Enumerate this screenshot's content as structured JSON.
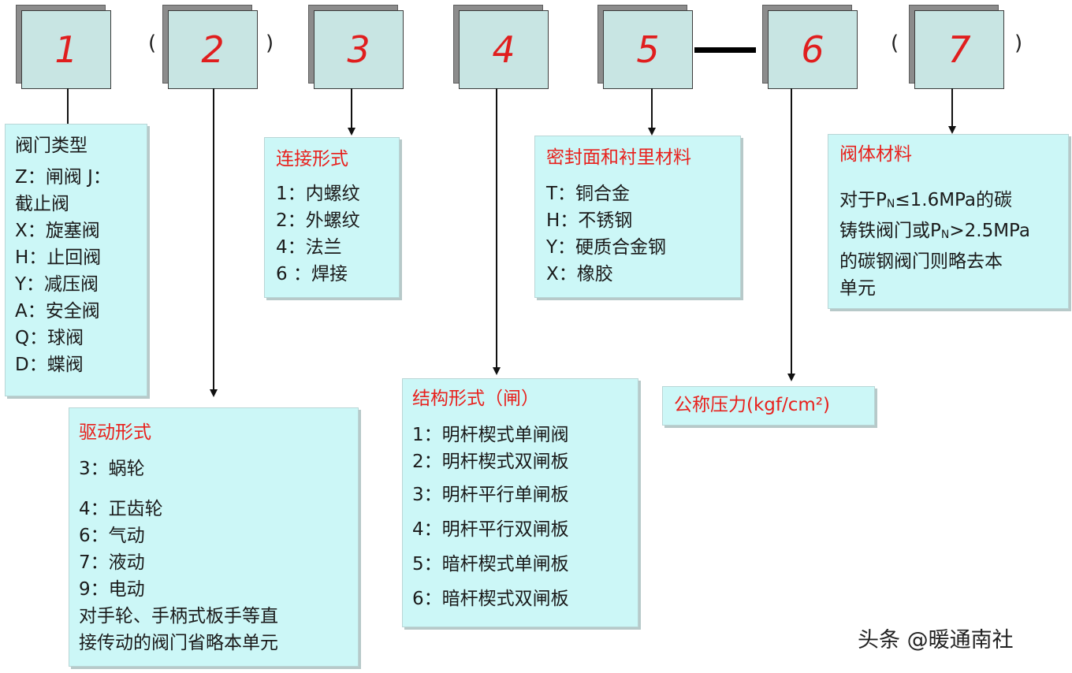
{
  "codes": [
    "1",
    "2",
    "3",
    "4",
    "5",
    "6",
    "7"
  ],
  "paren_open": "(",
  "paren_close": ")",
  "boxes": {
    "valve_type": {
      "title": "阀门类型",
      "lines": [
        "Z：闸阀 J：",
        "截止阀",
        "X：旋塞阀",
        "H：止回阀",
        "Y：减压阀",
        "A：安全阀",
        "Q：球阀",
        "D：蝶阀"
      ]
    },
    "drive": {
      "title": "驱动形式",
      "lines": [
        "3：蜗轮",
        "4：正齿轮",
        "6：气动",
        "7：液动",
        "9：电动",
        "对手轮、手柄式板手等直",
        "接传动的阀门省略本单元"
      ]
    },
    "connection": {
      "title": "连接形式",
      "lines": [
        "1：内螺纹",
        "2：外螺纹",
        "4：法兰",
        "6 ：焊接"
      ]
    },
    "structure": {
      "title": "结构形式（闸）",
      "lines": [
        "1：明杆楔式单闸阀",
        "2：明杆楔式双闸板",
        "3：明杆平行单闸板",
        "4：明杆平行双闸板",
        "5：暗杆楔式单闸板",
        "6：暗杆楔式双闸板"
      ]
    },
    "sealing": {
      "title": "密封面和衬里材料",
      "lines": [
        "T：铜合金",
        "H：不锈钢",
        "Y：硬质合金钢",
        "X：橡胶"
      ]
    },
    "pressure": {
      "title": "公称压力(kgf/cm²)"
    },
    "body_material": {
      "title": "阀体材料",
      "line1_a": "对于P",
      "line1_sub": "N",
      "line1_b": "≤1.6MPa的碳",
      "line2_a": "铸铁阀门或P",
      "line2_sub": "N",
      "line2_b": ">2.5MPa",
      "line3": "的碳钢阀门则略去本",
      "line4": "单元"
    }
  },
  "watermark": "头条 @暖通南社"
}
